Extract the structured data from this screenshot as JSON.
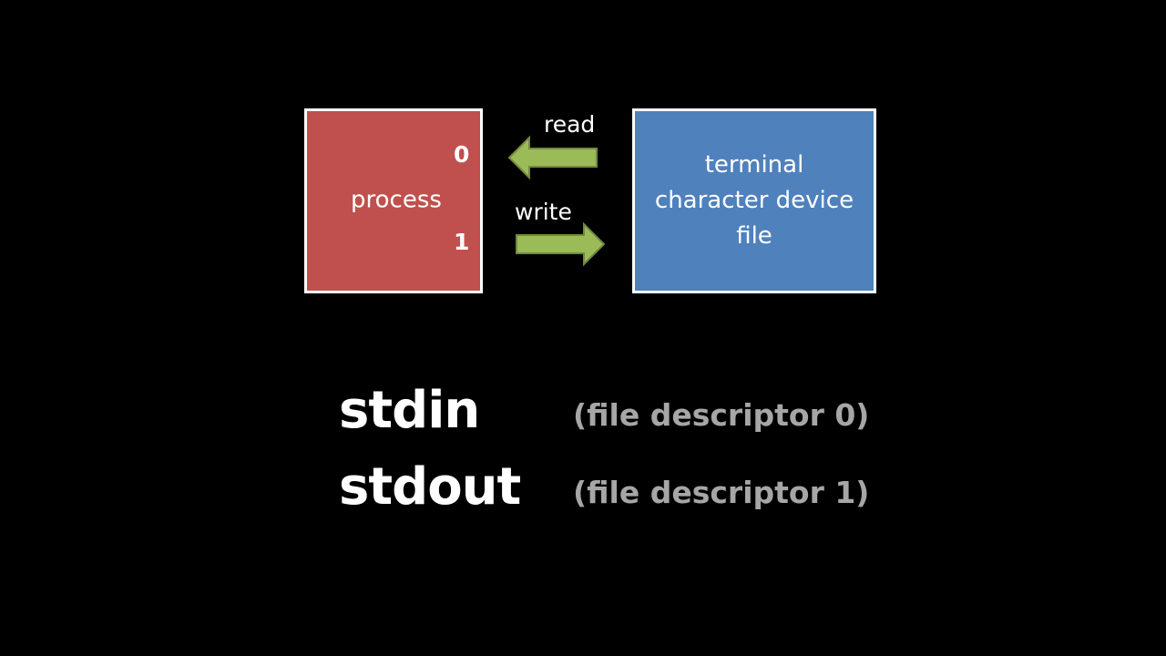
{
  "diagram": {
    "process": {
      "label": "process",
      "fd_in": "0",
      "fd_out": "1",
      "fill": "#c0504d"
    },
    "terminal": {
      "label": "terminal\ncharacter device\nfile",
      "fill": "#4f81bd"
    },
    "arrows": {
      "read_label": "read",
      "write_label": "write",
      "color": "#9bbb59",
      "outline": "#71893f"
    }
  },
  "legend": {
    "stdin_label": "stdin",
    "stdin_note": "(file descriptor 0)",
    "stdout_label": "stdout",
    "stdout_note": "(file descriptor 1)"
  }
}
